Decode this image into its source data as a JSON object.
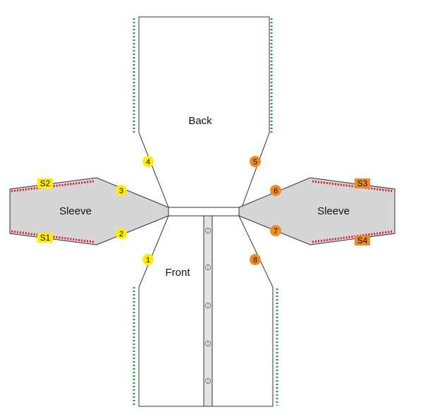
{
  "pieces": {
    "back": "Back",
    "front": "Front",
    "sleeve_left": "Sleeve",
    "sleeve_right": "Sleeve"
  },
  "markers": [
    {
      "id": "m1",
      "label": "1",
      "side": "left"
    },
    {
      "id": "m2",
      "label": "2",
      "side": "left"
    },
    {
      "id": "m3",
      "label": "3",
      "side": "left"
    },
    {
      "id": "m4",
      "label": "4",
      "side": "left"
    },
    {
      "id": "m5",
      "label": "5",
      "side": "right"
    },
    {
      "id": "m6",
      "label": "6",
      "side": "right"
    },
    {
      "id": "m7",
      "label": "7",
      "side": "right"
    },
    {
      "id": "m8",
      "label": "8",
      "side": "right"
    }
  ],
  "tags": [
    {
      "id": "s1",
      "label": "S1",
      "side": "left"
    },
    {
      "id": "s2",
      "label": "S2",
      "side": "left"
    },
    {
      "id": "s3",
      "label": "S3",
      "side": "right"
    },
    {
      "id": "s4",
      "label": "S4",
      "side": "right"
    }
  ],
  "colors": {
    "left_marker": "#ffee00",
    "right_marker": "#f08a24",
    "sleeve_fill": "#d6d6d8",
    "outline": "#333333",
    "seam_green": "#1a9a4a",
    "seam_red": "#e0192a"
  }
}
